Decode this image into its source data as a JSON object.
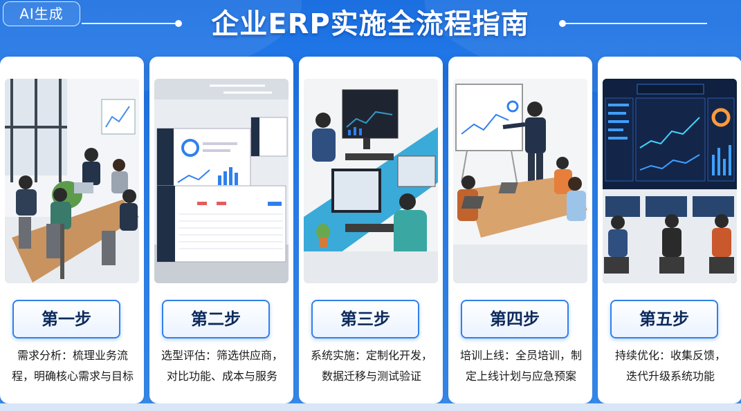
{
  "badge": "AI生成",
  "title": "企业ERP实施全流程指南",
  "steps": [
    {
      "label": "第一步",
      "desc_lines": [
        "需求分析：梳理业务流",
        "程，明确核心需求与目标"
      ],
      "illustration": "meeting-room-illustration"
    },
    {
      "label": "第二步",
      "desc_lines": [
        "选型评估：筛选供应商，",
        "对比功能、成本与服务"
      ],
      "illustration": "software-dashboards-illustration"
    },
    {
      "label": "第三步",
      "desc_lines": [
        "系统实施：定制化开发，",
        "数据迁移与测试验证"
      ],
      "illustration": "developers-at-desks-illustration"
    },
    {
      "label": "第四步",
      "desc_lines": [
        "培训上线：全员培训，制",
        "定上线计划与应急预案"
      ],
      "illustration": "training-presentation-illustration"
    },
    {
      "label": "第五步",
      "desc_lines": [
        "持续优化：收集反馈，",
        "迭代升级系统功能"
      ],
      "illustration": "monitoring-center-illustration"
    }
  ],
  "colors": {
    "background": "#2a84f2",
    "accent": "#2f80ed",
    "pill_text": "#0d2a5c"
  }
}
